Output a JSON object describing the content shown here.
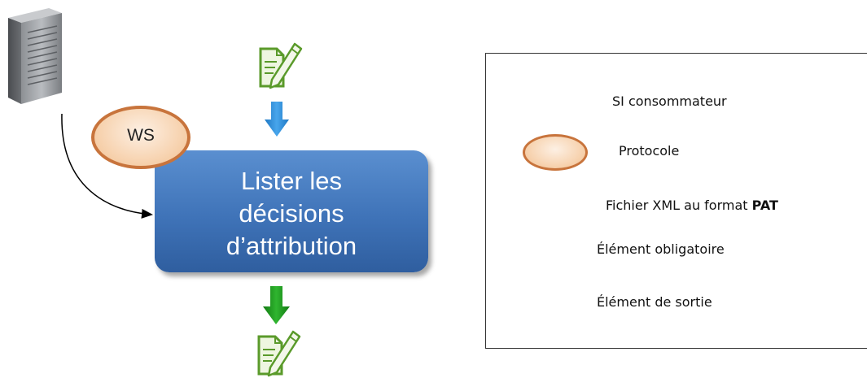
{
  "diagram": {
    "process": {
      "title": "Lister les\ndécisions\nd’attribution"
    },
    "protocol_node": {
      "label": "WS"
    },
    "icons": {
      "server": "server-icon",
      "document": "document-pencil-icon",
      "input_arrow": "blue-down-arrow-icon",
      "output_arrow": "green-down-arrow-icon"
    },
    "colors": {
      "process_fill": "#3f73b8",
      "protocol_border": "#c8743c",
      "protocol_fill": "#f6cfa9",
      "mandatory_arrow": "#2f8fd6",
      "output_arrow": "#1e9a1e",
      "document_green": "#5a9a2a"
    }
  },
  "legend": {
    "items": [
      {
        "icon": "server-icon",
        "label": "SI consommateur"
      },
      {
        "icon": "protocol-ellipse-icon",
        "label": "Protocole"
      },
      {
        "icon": "document-pencil-icon",
        "label": "Fichier XML au format ",
        "bold_suffix": "PAT"
      },
      {
        "icon": "blue-down-arrow-icon",
        "label": "Élément obligatoire"
      },
      {
        "icon": "green-down-arrow-icon",
        "label": "Élément de sortie"
      }
    ]
  }
}
